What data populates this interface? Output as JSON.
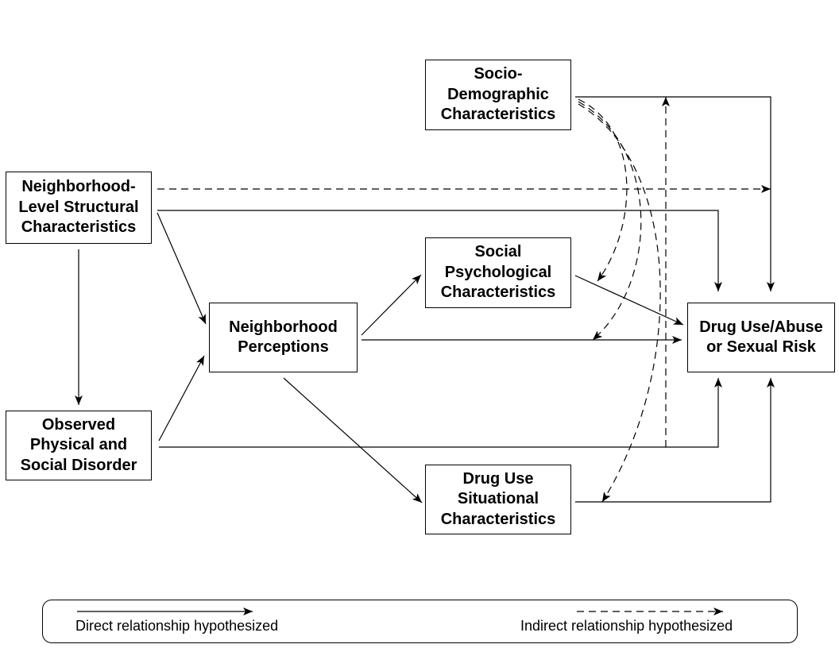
{
  "nodes": {
    "sociodemographic": "Socio-\nDemographic\nCharacteristics",
    "neighborhood_structural": "Neighborhood-\nLevel Structural\nCharacteristics",
    "social_psychological": "Social\nPsychological\nCharacteristics",
    "neighborhood_perceptions": "Neighborhood\nPerceptions",
    "drug_use_outcome": "Drug Use/Abuse\nor Sexual Risk",
    "observed_disorder": "Observed\nPhysical and\nSocial Disorder",
    "drug_use_situational": "Drug Use\nSituational\nCharacteristics"
  },
  "edges": [
    {
      "from": "neighborhood_structural",
      "to": "neighborhood_perceptions",
      "type": "direct"
    },
    {
      "from": "neighborhood_structural",
      "to": "observed_disorder",
      "type": "direct"
    },
    {
      "from": "neighborhood_structural",
      "to": "drug_use_outcome",
      "type": "direct"
    },
    {
      "from": "neighborhood_structural",
      "to": "drug_use_outcome",
      "type": "indirect"
    },
    {
      "from": "observed_disorder",
      "to": "neighborhood_perceptions",
      "type": "direct"
    },
    {
      "from": "observed_disorder",
      "to": "drug_use_outcome",
      "type": "direct"
    },
    {
      "from": "observed_disorder",
      "to": "sociodemographic",
      "type": "indirect"
    },
    {
      "from": "neighborhood_perceptions",
      "to": "social_psychological",
      "type": "direct"
    },
    {
      "from": "neighborhood_perceptions",
      "to": "drug_use_situational",
      "type": "direct"
    },
    {
      "from": "neighborhood_perceptions",
      "to": "drug_use_outcome",
      "type": "direct"
    },
    {
      "from": "social_psychological",
      "to": "drug_use_outcome",
      "type": "direct"
    },
    {
      "from": "drug_use_situational",
      "to": "drug_use_outcome",
      "type": "direct"
    },
    {
      "from": "sociodemographic",
      "to": "drug_use_outcome",
      "type": "direct"
    },
    {
      "from": "sociodemographic",
      "to": "social_psychological",
      "type": "indirect"
    },
    {
      "from": "sociodemographic",
      "to": "neighborhood_perceptions",
      "type": "indirect"
    },
    {
      "from": "sociodemographic",
      "to": "drug_use_situational",
      "type": "indirect"
    }
  ],
  "legend": {
    "direct_label": "Direct relationship hypothesized",
    "indirect_label": "Indirect relationship hypothesized"
  },
  "colors": {
    "line": "#000000",
    "background": "#ffffff"
  }
}
